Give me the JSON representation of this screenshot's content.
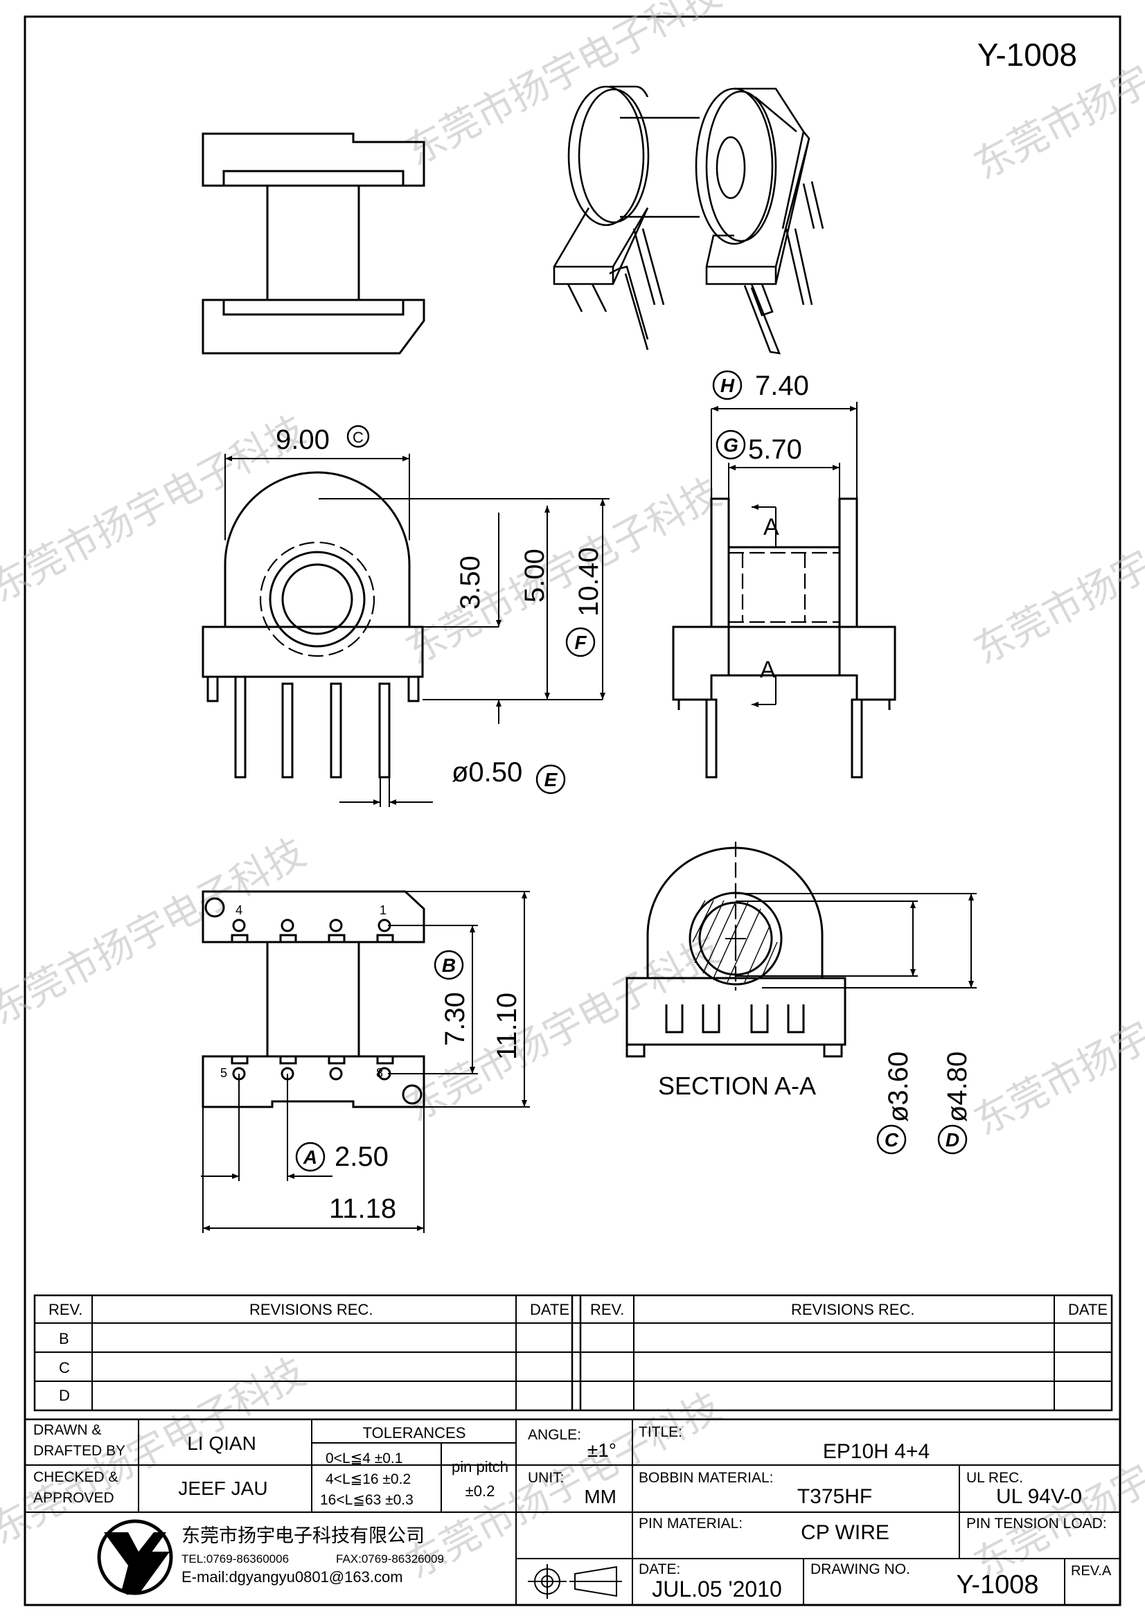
{
  "drawing": {
    "header_code": "Y-1008",
    "dims": {
      "h": "7.40",
      "h_tag": "H",
      "g": "5.70",
      "g_tag": "G",
      "w": "9.00",
      "w_tag": "C",
      "d350": "3.50",
      "d500": "5.00",
      "d1040": "10.40",
      "f_tag": "F",
      "pin": "ø0.50",
      "e_tag": "E",
      "b": "7.30",
      "b_tag": "B",
      "d1110": "11.10",
      "a": "2.50",
      "a_tag": "A",
      "d1118": "11.18",
      "c": "ø3.60",
      "c_tag": "C",
      "d": "ø4.80",
      "d_tag": "D"
    },
    "section_marker": "A",
    "section_label": "SECTION A-A",
    "pin_numbers": [
      "4",
      "1",
      "5",
      "8"
    ],
    "watermark": "东莞市扬宇电子科技"
  },
  "revisions": {
    "headers": {
      "rev": "REV.",
      "rec": "REVISIONS REC.",
      "date": "DATE"
    },
    "rows": [
      "B",
      "C",
      "D"
    ]
  },
  "title_block": {
    "drawn_label": "DRAWN & DRAFTED BY",
    "drawn_value": "LI QIAN",
    "checked_label": "CHECKED & APPROVED BY",
    "checked_value": "JEEF JAU",
    "tolerances_label": "TOLERANCES",
    "tol_rows": [
      "0<L≦4   ±0.1",
      "4<L≦16  ±0.2",
      "16<L≦63 ±0.3"
    ],
    "pin_pitch_label": "pin pitch",
    "pin_pitch_value": "±0.2",
    "angle_label": "ANGLE:",
    "angle_value": "±1°",
    "unit_label": "UNIT:",
    "unit_value": "MM",
    "title_label": "TITLE:",
    "title_value": "EP10H 4+4",
    "bobbin_label": "BOBBIN MATERIAL:",
    "bobbin_value": "T375HF",
    "ul_label": "UL REC.",
    "ul_value": "UL 94V-0",
    "pin_mat_label": "PIN MATERIAL:",
    "pin_mat_value": "CP WIRE",
    "pin_tension_label": "PIN TENSION LOAD:",
    "date_label": "DATE:",
    "date_value": "JUL.05 '2010",
    "drawing_no_label": "DRAWING NO.",
    "drawing_no_value": "Y-1008",
    "rev_label": "REV.A",
    "company": "东莞市扬宇电子科技有限公司",
    "tel": "TEL:0769-86360006",
    "fax": "FAX:0769-86326009",
    "email": "E-mail:dgyangyu0801@163.com"
  }
}
